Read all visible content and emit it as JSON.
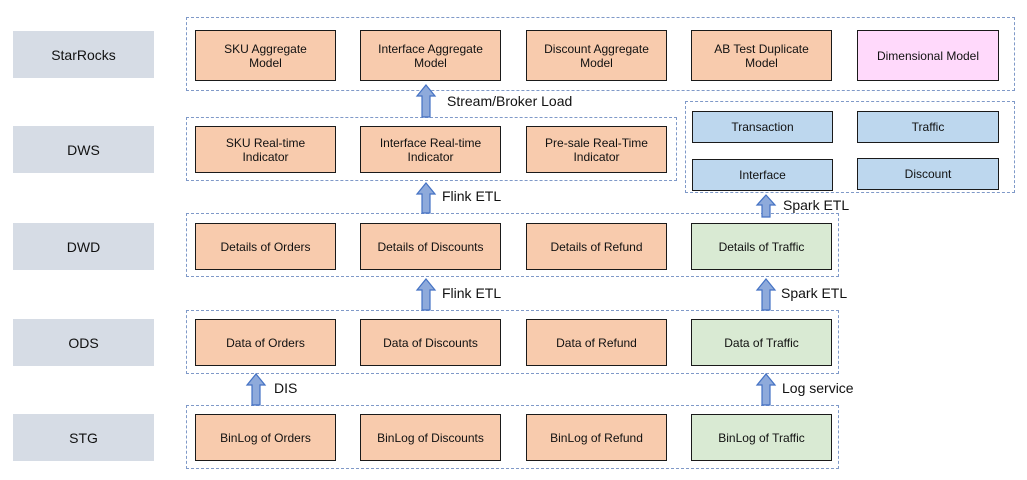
{
  "layers": [
    "StarRocks",
    "DWS",
    "DWD",
    "ODS",
    "STG"
  ],
  "starrocks": {
    "models": [
      "SKU Aggregate\nModel",
      "Interface Aggregate\nModel",
      "Discount Aggregate\nModel",
      "AB Test Duplicate\nModel",
      "Dimensional Model"
    ]
  },
  "dws": {
    "indicators": [
      "SKU Real-time\nIndicator",
      "Interface Real-time\nIndicator",
      "Pre-sale Real-Time\nIndicator"
    ],
    "spark_tables": [
      "Transaction",
      "Traffic",
      "Interface",
      "Discount"
    ]
  },
  "dwd": {
    "items": [
      "Details of Orders",
      "Details of Discounts",
      "Details of Refund",
      "Details of Traffic"
    ]
  },
  "ods": {
    "items": [
      "Data of Orders",
      "Data of Discounts",
      "Data of Refund",
      "Data of Traffic"
    ]
  },
  "stg": {
    "items": [
      "BinLog of Orders",
      "BinLog of Discounts",
      "BinLog of Refund",
      "BinLog of Traffic"
    ]
  },
  "flows": {
    "stream_broker_load": "Stream/Broker Load",
    "flink_etl_dws": "Flink ETL",
    "spark_etl_dws": "Spark ETL",
    "flink_etl_dwd": "Flink ETL",
    "spark_etl_dwd": "Spark ETL",
    "dis": "DIS",
    "log_service": "Log service"
  },
  "colors": {
    "layer_label_bg": "#d6dce5",
    "group_border": "#7f99c8",
    "orange": "#f8cbad",
    "green": "#d9ead3",
    "blue": "#bdd7ee",
    "pink": "#ffd9fb",
    "arrow_fill": "#8eaadb",
    "arrow_stroke": "#4472c4"
  }
}
